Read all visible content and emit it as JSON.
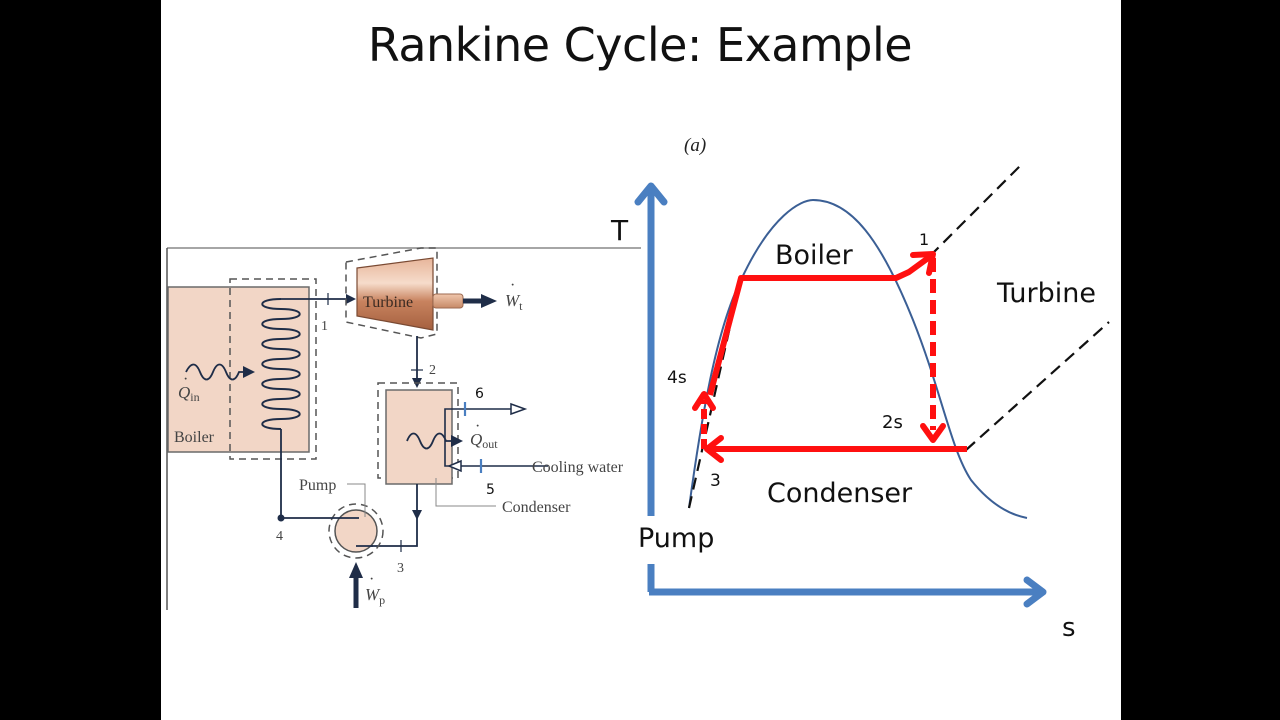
{
  "slide": {
    "title": "Rankine Cycle: Example"
  },
  "schematic": {
    "components": {
      "boiler": "Boiler",
      "turbine": "Turbine",
      "pump": "Pump",
      "condenser": "Condenser",
      "cooling_water": "Cooling water"
    },
    "quantities": {
      "q_in": "Q",
      "q_in_sub": "in",
      "q_out": "Q",
      "q_out_sub": "out",
      "w_t": "W",
      "w_t_sub": "t",
      "w_p": "W",
      "w_p_sub": "p"
    },
    "state_points": [
      "1",
      "2",
      "3",
      "4",
      "5",
      "6"
    ]
  },
  "ts_diagram": {
    "panel_label": "(a)",
    "y_axis_label": "T",
    "x_axis_label": "s",
    "process_labels": {
      "boiler": "Boiler",
      "turbine": "Turbine",
      "condenser": "Condenser",
      "pump": "Pump"
    },
    "state_labels": {
      "p1": "1",
      "p2s": "2s",
      "p3": "3",
      "p4s": "4s"
    },
    "colors": {
      "axes": "#4a7fc1",
      "dome": "#3b5f95",
      "cycle": "#ff1010",
      "isobar": "#111111"
    }
  }
}
